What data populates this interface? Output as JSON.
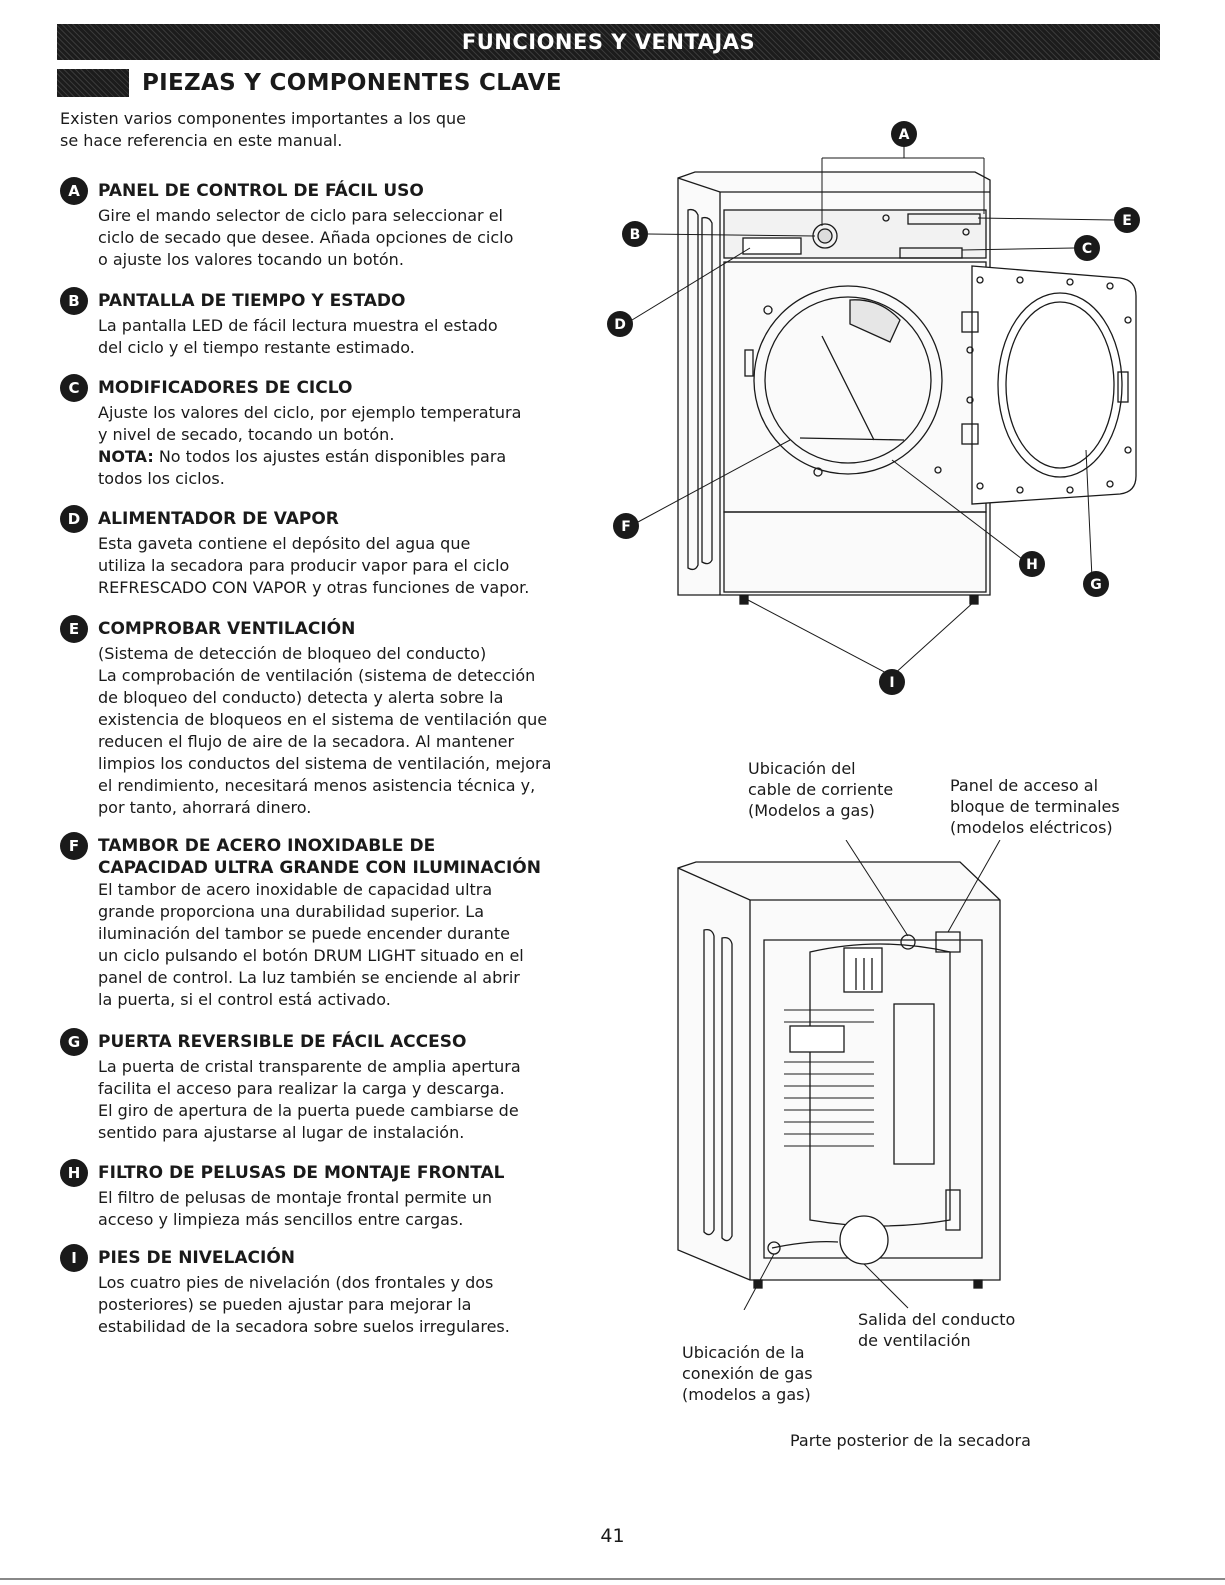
{
  "banner": "FUNCIONES Y VENTAJAS",
  "section_title": "PIEZAS Y COMPONENTES CLAVE",
  "intro": [
    "Existen varios componentes importantes a los que",
    "se hace referencia en este manual."
  ],
  "items": [
    {
      "letter": "A",
      "title": [
        "PANEL DE CONTROL DE FÁCIL USO"
      ],
      "body": [
        "Gire el mando selector de ciclo para seleccionar el",
        "ciclo de secado que desee. Añada opciones de ciclo",
        "o ajuste los valores tocando un botón."
      ]
    },
    {
      "letter": "B",
      "title": [
        "PANTALLA DE TIEMPO Y ESTADO"
      ],
      "body": [
        "La pantalla LED de fácil lectura muestra el estado",
        "del ciclo y el tiempo restante estimado."
      ]
    },
    {
      "letter": "C",
      "title": [
        "MODIFICADORES DE CICLO"
      ],
      "body": [
        "Ajuste los valores del ciclo, por ejemplo temperatura",
        "y nivel de secado, tocando un botón."
      ],
      "note_label": "NOTA:",
      "note_lines": [
        " No todos los ajustes están disponibles para",
        "todos los ciclos."
      ]
    },
    {
      "letter": "D",
      "title": [
        "ALIMENTADOR DE VAPOR"
      ],
      "body": [
        "Esta gaveta contiene el depósito del agua que",
        "utiliza la secadora para producir vapor para el ciclo",
        "REFRESCADO CON VAPOR y otras funciones de vapor."
      ]
    },
    {
      "letter": "E",
      "title": [
        "COMPROBAR VENTILACIÓN"
      ],
      "body": [
        "(Sistema de detección de bloqueo del conducto)",
        "La comprobación de ventilación (sistema de detección",
        "de bloqueo del conducto) detecta y alerta sobre la",
        "existencia de bloqueos en el sistema de ventilación que",
        "reducen el flujo de aire de la secadora. Al mantener",
        "limpios los conductos del sistema de ventilación, mejora",
        "el rendimiento, necesitará menos asistencia técnica y,",
        "por tanto, ahorrará dinero."
      ]
    },
    {
      "letter": "F",
      "title": [
        "TAMBOR DE ACERO INOXIDABLE DE",
        "CAPACIDAD ULTRA GRANDE CON ILUMINACIÓN"
      ],
      "body": [
        "El tambor de acero inoxidable de capacidad ultra",
        "grande proporciona una durabilidad superior. La",
        "iluminación del tambor se puede encender durante",
        "un ciclo pulsando el botón DRUM LIGHT situado en el",
        "panel de control. La luz también se enciende al abrir",
        "la puerta, si el control está activado."
      ]
    },
    {
      "letter": "G",
      "title": [
        "PUERTA REVERSIBLE DE FÁCIL ACCESO"
      ],
      "body": [
        "La puerta de cristal transparente de amplia apertura",
        "facilita el acceso para realizar la carga y descarga.",
        "El giro de apertura de la puerta puede cambiarse de",
        "sentido para ajustarse al lugar de instalación."
      ]
    },
    {
      "letter": "H",
      "title": [
        "FILTRO DE PELUSAS DE MONTAJE FRONTAL"
      ],
      "body": [
        "El filtro de pelusas de montaje frontal permite un",
        "acceso y limpieza más sencillos entre cargas."
      ]
    },
    {
      "letter": "I",
      "title": [
        "PIES DE NIVELACIÓN"
      ],
      "body": [
        "Los cuatro pies de nivelación (dos frontales y dos",
        "posteriores) se pueden ajustar para mejorar la",
        "estabilidad de la secadora sobre suelos irregulares."
      ]
    }
  ],
  "callouts": [
    "A",
    "B",
    "C",
    "D",
    "E",
    "F",
    "G",
    "H",
    "I"
  ],
  "rear": {
    "power_cord": [
      "Ubicación del",
      "cable de corriente",
      "(Modelos a gas)"
    ],
    "terminal": [
      "Panel de acceso al",
      "bloque de terminales",
      "(modelos eléctricos)"
    ],
    "exhaust": [
      "Salida del conducto",
      "de ventilación"
    ],
    "gas": [
      "Ubicación de la",
      "conexión de gas",
      "(modelos a gas)"
    ],
    "caption": "Parte posterior de la secadora"
  },
  "page_number": "41"
}
